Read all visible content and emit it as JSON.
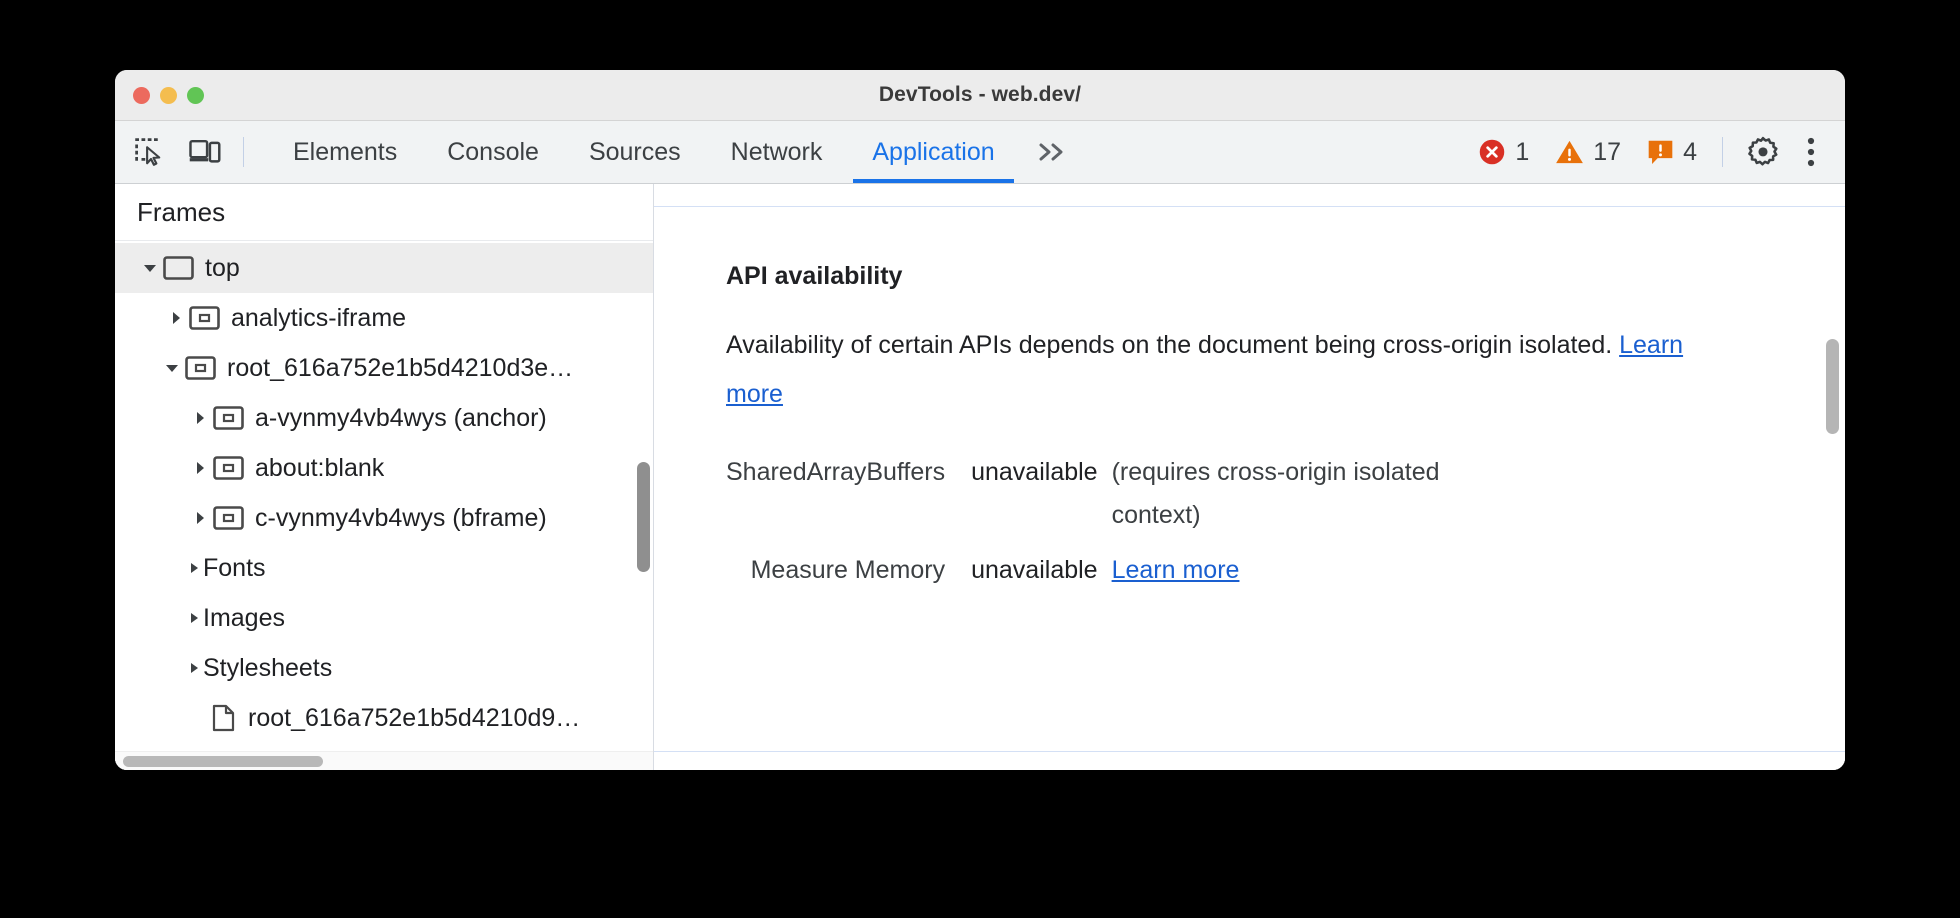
{
  "window": {
    "title": "DevTools - web.dev/",
    "traffic_lights": [
      "close",
      "minimize",
      "maximize"
    ]
  },
  "toolbar": {
    "inspect_icon": "inspect-element-icon",
    "device_icon": "device-toolbar-icon",
    "tabs": [
      {
        "label": "Elements",
        "active": false
      },
      {
        "label": "Console",
        "active": false
      },
      {
        "label": "Sources",
        "active": false
      },
      {
        "label": "Network",
        "active": false
      },
      {
        "label": "Application",
        "active": true
      }
    ],
    "overflow_label": "»",
    "counters": [
      {
        "icon": "error-icon",
        "value": "1",
        "color": "#d93025"
      },
      {
        "icon": "warning-icon",
        "value": "17",
        "color": "#e8710a"
      },
      {
        "icon": "issues-icon",
        "value": "4",
        "color": "#e8710a"
      }
    ],
    "settings_icon": "gear-icon",
    "more_icon": "kebab-menu-icon"
  },
  "sidebar": {
    "header": "Frames",
    "tree": [
      {
        "label": "top",
        "depth": 0,
        "twisty": "down",
        "icon": "frame-top-icon",
        "selected": true
      },
      {
        "label": "analytics-iframe",
        "depth": 1,
        "twisty": "right",
        "icon": "frame-icon",
        "selected": false
      },
      {
        "label": "root_616a752e1b5d4210d3e…",
        "depth": 1,
        "twisty": "down",
        "icon": "frame-icon",
        "selected": false
      },
      {
        "label": "a-vynmy4vb4wys (anchor)",
        "depth": 2,
        "twisty": "right",
        "icon": "frame-icon",
        "selected": false
      },
      {
        "label": "about:blank",
        "depth": 2,
        "twisty": "right",
        "icon": "frame-icon",
        "selected": false
      },
      {
        "label": "c-vynmy4vb4wys (bframe)",
        "depth": 2,
        "twisty": "right",
        "icon": "frame-icon",
        "selected": false
      },
      {
        "label": "Fonts",
        "depth": 1,
        "twisty": "right-small",
        "icon": "none",
        "selected": false
      },
      {
        "label": "Images",
        "depth": 1,
        "twisty": "right-small",
        "icon": "none",
        "selected": false
      },
      {
        "label": "Stylesheets",
        "depth": 1,
        "twisty": "right-small",
        "icon": "none",
        "selected": false
      },
      {
        "label": "root_616a752e1b5d4210d9…",
        "depth": 2,
        "twisty": "none",
        "icon": "document-icon",
        "selected": false
      }
    ]
  },
  "main": {
    "heading": "API availability",
    "description_part1": "Availability of certain APIs depends on the document being cross-origin isolated. ",
    "description_link": "Learn more",
    "rows": [
      {
        "name": "SharedArrayBuffers",
        "status": "unavailable",
        "note": "(requires cross-origin isolated context)",
        "link": ""
      },
      {
        "name": "Measure Memory",
        "status": "unavailable",
        "note": "",
        "link": "Learn more"
      }
    ]
  },
  "colors": {
    "accent": "#1a73e8",
    "link": "#1a5fd0",
    "error": "#d93025",
    "warning": "#e8710a",
    "toolbar_bg": "#f1f3f4",
    "titlebar_bg": "#ececec"
  }
}
